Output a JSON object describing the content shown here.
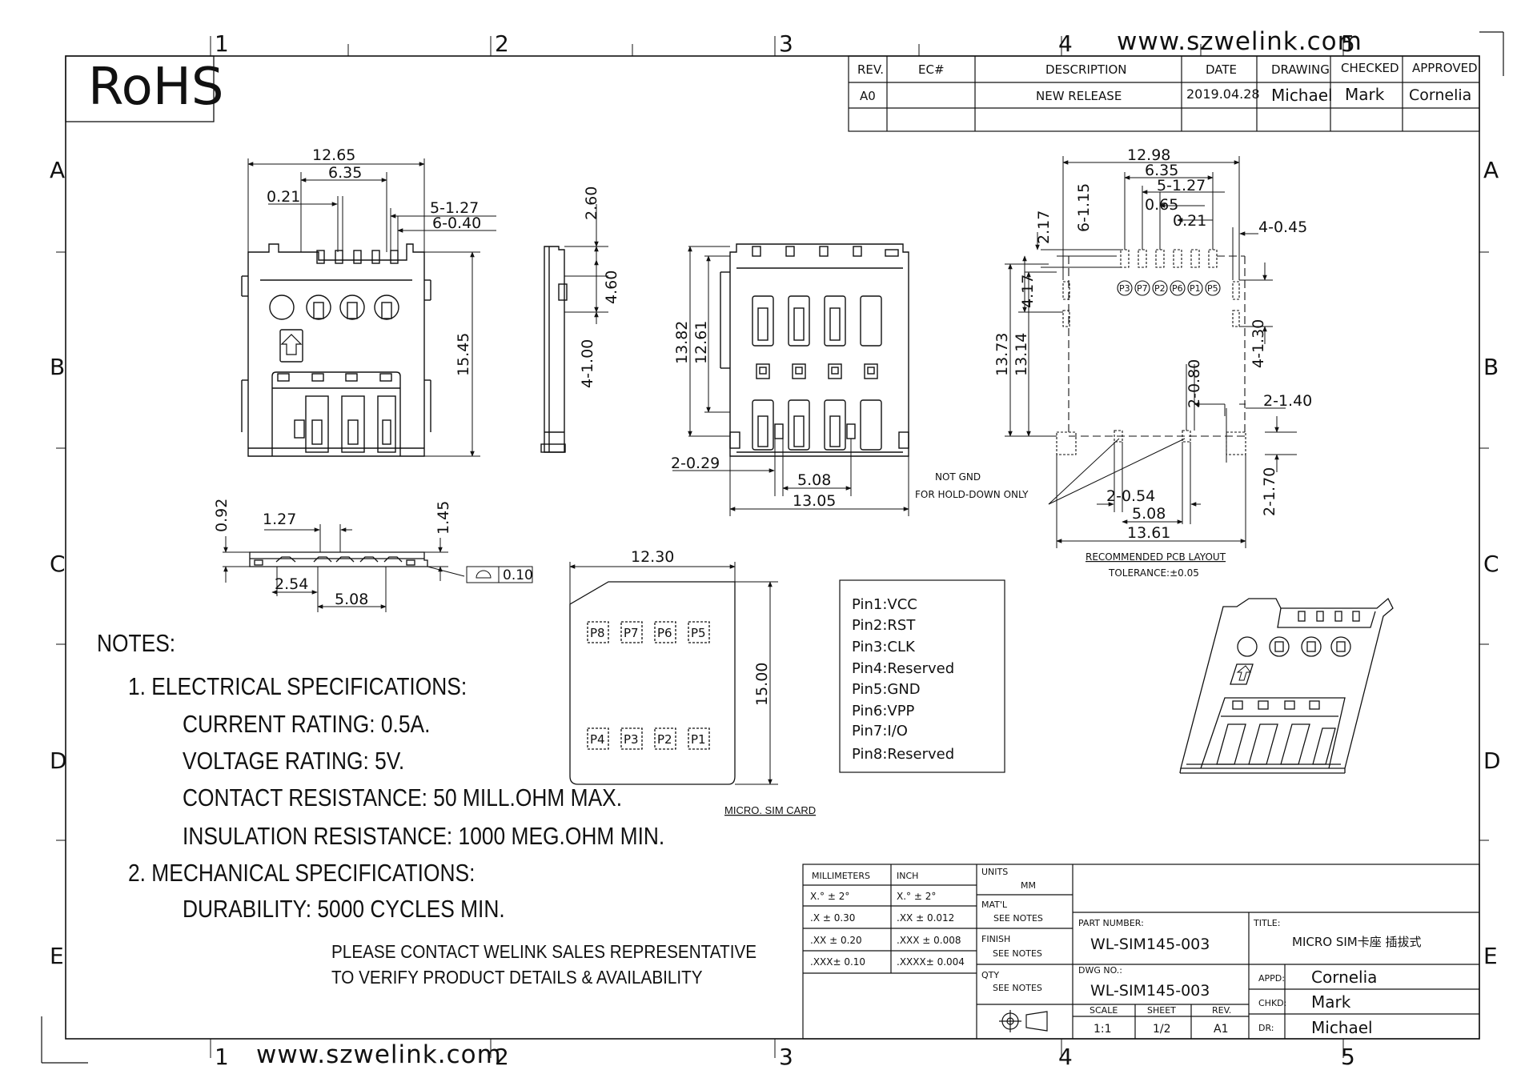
{
  "header": {
    "rohs": "RoHS",
    "website": "www.szwelink.com",
    "website_bottom": "www.szwelink.com"
  },
  "zones": {
    "cols": [
      "1",
      "2",
      "3",
      "4",
      "5"
    ],
    "rows": [
      "A",
      "B",
      "C",
      "D",
      "E"
    ]
  },
  "revision_table": {
    "headers": [
      "REV.",
      "EC#",
      "DESCRIPTION",
      "DATE",
      "DRAWING",
      "CHECKED",
      "APPROVED"
    ],
    "row": [
      "A0",
      "",
      "NEW RELEASE",
      "2019.04.28",
      "Michael",
      "Mark",
      "Cornelia"
    ]
  },
  "dimensions": {
    "top_view": [
      "12.65",
      "6.35",
      "0.21",
      "5-1.27",
      "6-0.40",
      "15.45"
    ],
    "side_view": [
      "2.60",
      "4.60",
      "4-1.00"
    ],
    "bottom_view": [
      "13.82",
      "12.61",
      "2-0.29",
      "5.08",
      "13.05"
    ],
    "pcb_layout": [
      "12.98",
      "6.35",
      "5-1.27",
      "0.65",
      "0.21",
      "6-1.15",
      "2.17",
      "4-0.45",
      "4.17",
      "13.73",
      "13.14",
      "4-1.30",
      "2-0.80",
      "2-1.40",
      "2-0.54",
      "5.08",
      "13.61",
      "2-1.70"
    ],
    "front_view": [
      "0.92",
      "1.27",
      "1.45",
      "2.54",
      "5.08"
    ],
    "flatness": "0.10",
    "sim_card": [
      "12.30",
      "15.00"
    ]
  },
  "pcb_labels": {
    "pins": [
      "P3",
      "P7",
      "P2",
      "P6",
      "P1",
      "P5"
    ],
    "not_gnd": "NOT GND",
    "hold_down": "FOR HOLD-DOWN ONLY",
    "layout_title": "RECOMMENDED PCB LAYOUT",
    "tolerance": "TOLERANCE:±0.05"
  },
  "sim_card": {
    "top_pins": [
      "P8",
      "P7",
      "P6",
      "P5"
    ],
    "bottom_pins": [
      "P4",
      "P3",
      "P2",
      "P1"
    ],
    "caption": "MICRO. SIM CARD"
  },
  "pinout": [
    "Pin1:VCC",
    "Pin2:RST",
    "Pin3:CLK",
    "Pin4:Reserved",
    "Pin5:GND",
    "Pin6:VPP",
    "Pin7:I/O",
    "Pin8:Reserved"
  ],
  "notes": {
    "heading": "NOTES:",
    "electrical_title": "1. ELECTRICAL SPECIFICATIONS:",
    "current": "CURRENT RATING: 0.5A.",
    "voltage": "VOLTAGE RATING: 5V.",
    "contact_res": "CONTACT RESISTANCE: 50 MILL.OHM MAX.",
    "insulation_res": "INSULATION RESISTANCE: 1000 MEG.OHM MIN.",
    "mechanical_title": "2. MECHANICAL SPECIFICATIONS:",
    "durability": "DURABILITY: 5000 CYCLES MIN.",
    "contact_line1": "PLEASE CONTACT WELINK SALES REPRESENTATIVE",
    "contact_line2": "TO VERIFY PRODUCT DETAILS & AVAILABILITY"
  },
  "title_block": {
    "mm_header": "MILLIMETERS",
    "inch_header": "INCH",
    "mm_rows": [
      "X.° ± 2°",
      ".X ± 0.30",
      ".XX ± 0.20",
      ".XXX± 0.10"
    ],
    "inch_rows": [
      "X.° ± 2°",
      ".XX ± 0.012",
      ".XXX ± 0.008",
      ".XXXX± 0.004"
    ],
    "units_label": "UNITS",
    "units_value": "MM",
    "matl_label": "MAT'L",
    "matl_value": "SEE NOTES",
    "finish_label": "FINISH",
    "finish_value": "SEE NOTES",
    "qty_label": "QTY",
    "qty_value": "SEE NOTES",
    "part_number_label": "PART NUMBER:",
    "part_number": "WL-SIM145-003",
    "dwg_no_label": "DWG NO.:",
    "dwg_no": "WL-SIM145-003",
    "title_label": "TITLE:",
    "title": "MICRO SIM卡座 插拔式",
    "scale_label": "SCALE",
    "scale": "1:1",
    "sheet_label": "SHEET",
    "sheet": "1/2",
    "rev_label": "REV.",
    "rev": "A1",
    "appd_label": "APPD:",
    "appd": "Cornelia",
    "chkd_label": "CHKD:",
    "chkd": "Mark",
    "dr_label": "DR:",
    "dr": "Michael"
  }
}
